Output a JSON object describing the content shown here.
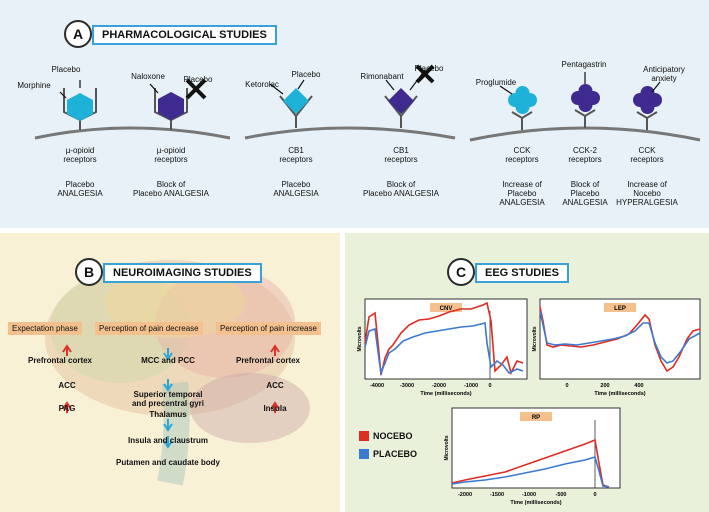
{
  "panel_a": {
    "badge": "A",
    "title": "PHARMACOLOGICAL STUDIES",
    "ligands": {
      "morphine": "Morphine",
      "placebo1": "Placebo",
      "naloxone": "Naloxone",
      "placebo2": "Placebo",
      "ketorolac": "Ketorolac",
      "placebo3": "Placebo",
      "rimonabant": "Rimonabant",
      "placebo4": "Placebo",
      "proglumide": "Proglumide",
      "pentagastrin": "Pentagastrin",
      "anticipatory_1": "Anticipatory",
      "anticipatory_2": "anxiety"
    },
    "receptors": [
      {
        "l1": "µ-opioid",
        "l2": "receptors"
      },
      {
        "l1": "µ-opioid",
        "l2": "receptors"
      },
      {
        "l1": "CB1",
        "l2": "receptors"
      },
      {
        "l1": "CB1",
        "l2": "receptors"
      },
      {
        "l1": "CCK",
        "l2": "receptors"
      },
      {
        "l1": "CCK-2",
        "l2": "receptors"
      },
      {
        "l1": "CCK",
        "l2": "receptors"
      }
    ],
    "outcomes": [
      {
        "l1": "Placebo",
        "l2": "ANALGESIA",
        "l3": ""
      },
      {
        "l1": "Block of",
        "l2": "Placebo ANALGESIA",
        "l3": ""
      },
      {
        "l1": "Placebo",
        "l2": "ANALGESIA",
        "l3": ""
      },
      {
        "l1": "Block of",
        "l2": "Placebo ANALGESIA",
        "l3": ""
      },
      {
        "l1": "Increase of",
        "l2": "Placebo",
        "l3": "ANALGESIA"
      },
      {
        "l1": "Block of",
        "l2": "Placebo",
        "l3": "ANALGESIA"
      },
      {
        "l1": "Increase of",
        "l2": "Nocebo",
        "l3": "HYPERALGESIA"
      }
    ]
  },
  "panel_b": {
    "badge": "B",
    "title": "NEUROIMAGING STUDIES",
    "phases": {
      "expectation": "Expectation phase",
      "decrease": "Perception of pain decrease",
      "increase": "Perception of pain increase"
    },
    "expectation_items": [
      "Prefrontal cortex",
      "ACC",
      "PAG"
    ],
    "decrease_items": [
      "MCC and PCC",
      "Superior temporal",
      "and precentral gyri",
      "Thalamus",
      "Insula and claustrum",
      "Putamen and caudate body"
    ],
    "increase_items": [
      "Prefrontal cortex",
      "ACC",
      "Insula"
    ]
  },
  "panel_c": {
    "badge": "C",
    "title": "EEG STUDIES",
    "cnv": {
      "label": "CNV",
      "ylabel": "Microvolts",
      "xlabel": "Time (milliseconds)",
      "ticks": [
        "-4000",
        "-3000",
        "-2000",
        "-1000",
        "0"
      ]
    },
    "lep": {
      "label": "LEP",
      "ylabel": "Microvolts",
      "xlabel": "Time (milliseconds)",
      "ticks": [
        "0",
        "200",
        "400"
      ]
    },
    "rp": {
      "label": "RP",
      "ylabel": "Microvolts",
      "xlabel": "Time (milliseconds)",
      "ticks": [
        "-2000",
        "-1500",
        "-1000",
        "-500",
        "0"
      ]
    },
    "legend": {
      "nocebo": "NOCEBO",
      "placebo": "PLACEBO"
    },
    "colors": {
      "nocebo": "#e02b20",
      "placebo": "#3b7ad0"
    }
  }
}
